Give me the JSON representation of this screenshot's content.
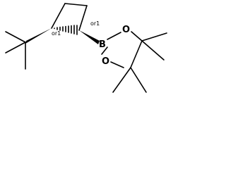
{
  "molecule": {
    "atoms": {
      "boron": "B",
      "oxygen_upper": "O",
      "oxygen_lower": "O"
    },
    "stereo_descriptors": {
      "c1": "or1",
      "c2": "or1"
    }
  }
}
